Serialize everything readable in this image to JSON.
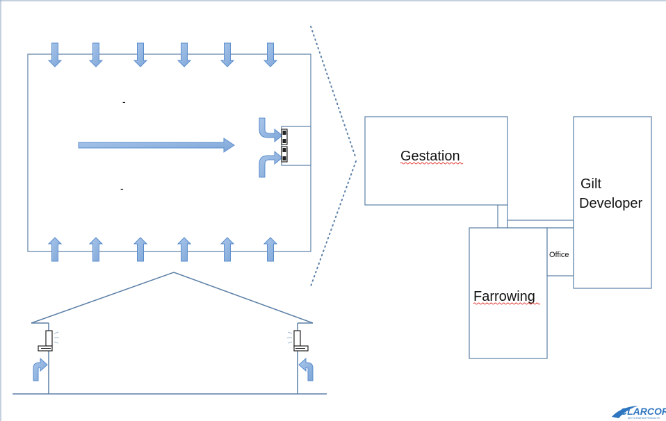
{
  "colors": {
    "line": "#5b7fa6",
    "arrow_fill": "#8fb3e0",
    "arrow_stroke": "#5a8ccc",
    "logo_blue": "#2f76c0",
    "spellcheck_underline": "#e0312b"
  },
  "plan_view": {
    "upper_marker": "-",
    "lower_marker": "-",
    "top_inlets": 6,
    "bottom_inlets": 6
  },
  "floor_plan": {
    "rooms": {
      "gestation": "Gestation",
      "gilt_line1": "Gilt",
      "gilt_line2": "Developer",
      "office": "Office",
      "farrowing": "Farrowing"
    }
  },
  "logo": {
    "name": "CLARCOR",
    "tagline": "AIR FILTRATION PRODUCTS"
  }
}
